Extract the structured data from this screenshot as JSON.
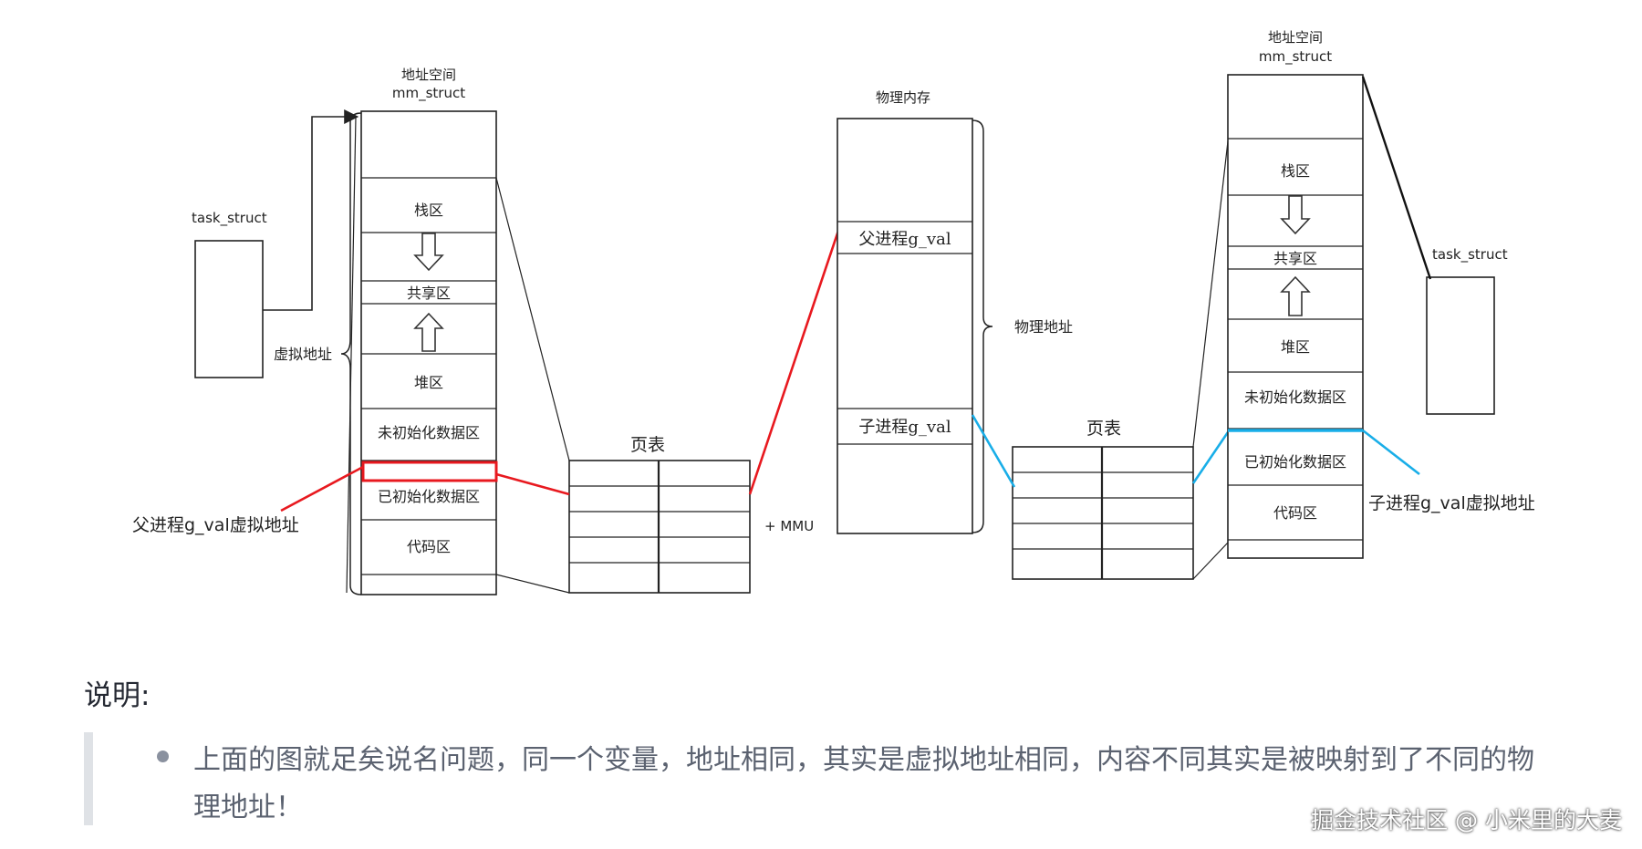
{
  "diagram": {
    "left_column": {
      "header_line1": "地址空间",
      "header_line2": "mm_struct",
      "regions": [
        "栈区",
        "共享区",
        "堆区",
        "未初始化数据区",
        "已初始化数据区",
        "代码区"
      ]
    },
    "right_column": {
      "header_line1": "地址空间",
      "header_line2": "mm_struct",
      "regions": [
        "栈区",
        "共享区",
        "堆区",
        "未初始化数据区",
        "已初始化数据区",
        "代码区"
      ]
    },
    "task_struct_left": "task_struct",
    "task_struct_right": "task_struct",
    "virtual_address_label": "虚拟地址",
    "page_table_left": "页表",
    "page_table_right": "页表",
    "mmu_label": "+ MMU",
    "physical_memory": {
      "title": "物理内存",
      "parent_cell": "父进程g_val",
      "child_cell": "子进程g_val",
      "brace_label": "物理地址"
    },
    "parent_virtual_label": "父进程g_val虚拟地址",
    "child_virtual_label": "子进程g_val虚拟地址",
    "colors": {
      "parent": "#e8191f",
      "child": "#19aee8"
    }
  },
  "caption": "说明:",
  "bullet": "上面的图就足矣说名问题，同一个变量，地址相同，其实是虚拟地址相同，内容不同其实是被映射到了不同的物理地址！",
  "watermark": "掘金技术社区 @ 小米里的大麦"
}
